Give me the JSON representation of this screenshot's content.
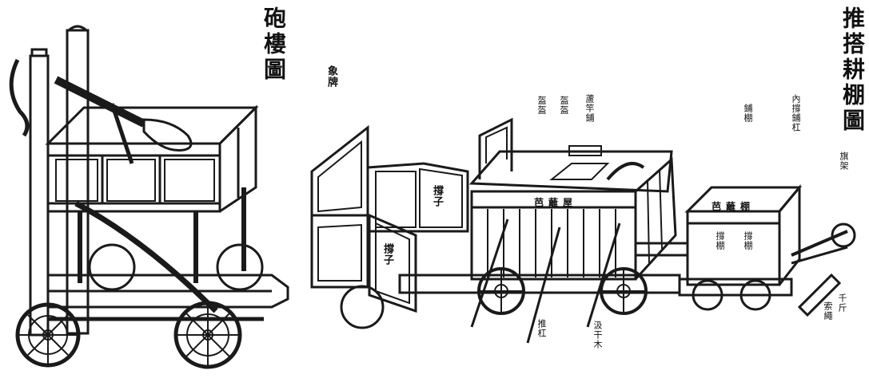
{
  "titles": {
    "left": "砲樓圖",
    "right": "推搭耕棚圖"
  },
  "labels": {
    "gate": "象牌",
    "door_upper": "撐子",
    "door_lower": "撐子",
    "roof_pair_a": "盔盔",
    "roof_pair_b": "盔盔",
    "roof_c": "蘆竿鋪",
    "body_band": "芭蘺屋",
    "shed_left": "鋪棚",
    "shed_right": "內撐鋪杠",
    "cart_band": "芭蘺棚",
    "cart_body_a": "撐棚",
    "cart_body_b": "撐棚",
    "bottom_left": "推杠",
    "bottom_mid": "汲干木",
    "right_mid": "旗架",
    "right_bottom_a": "千斤",
    "right_bottom_b": "索繩"
  }
}
